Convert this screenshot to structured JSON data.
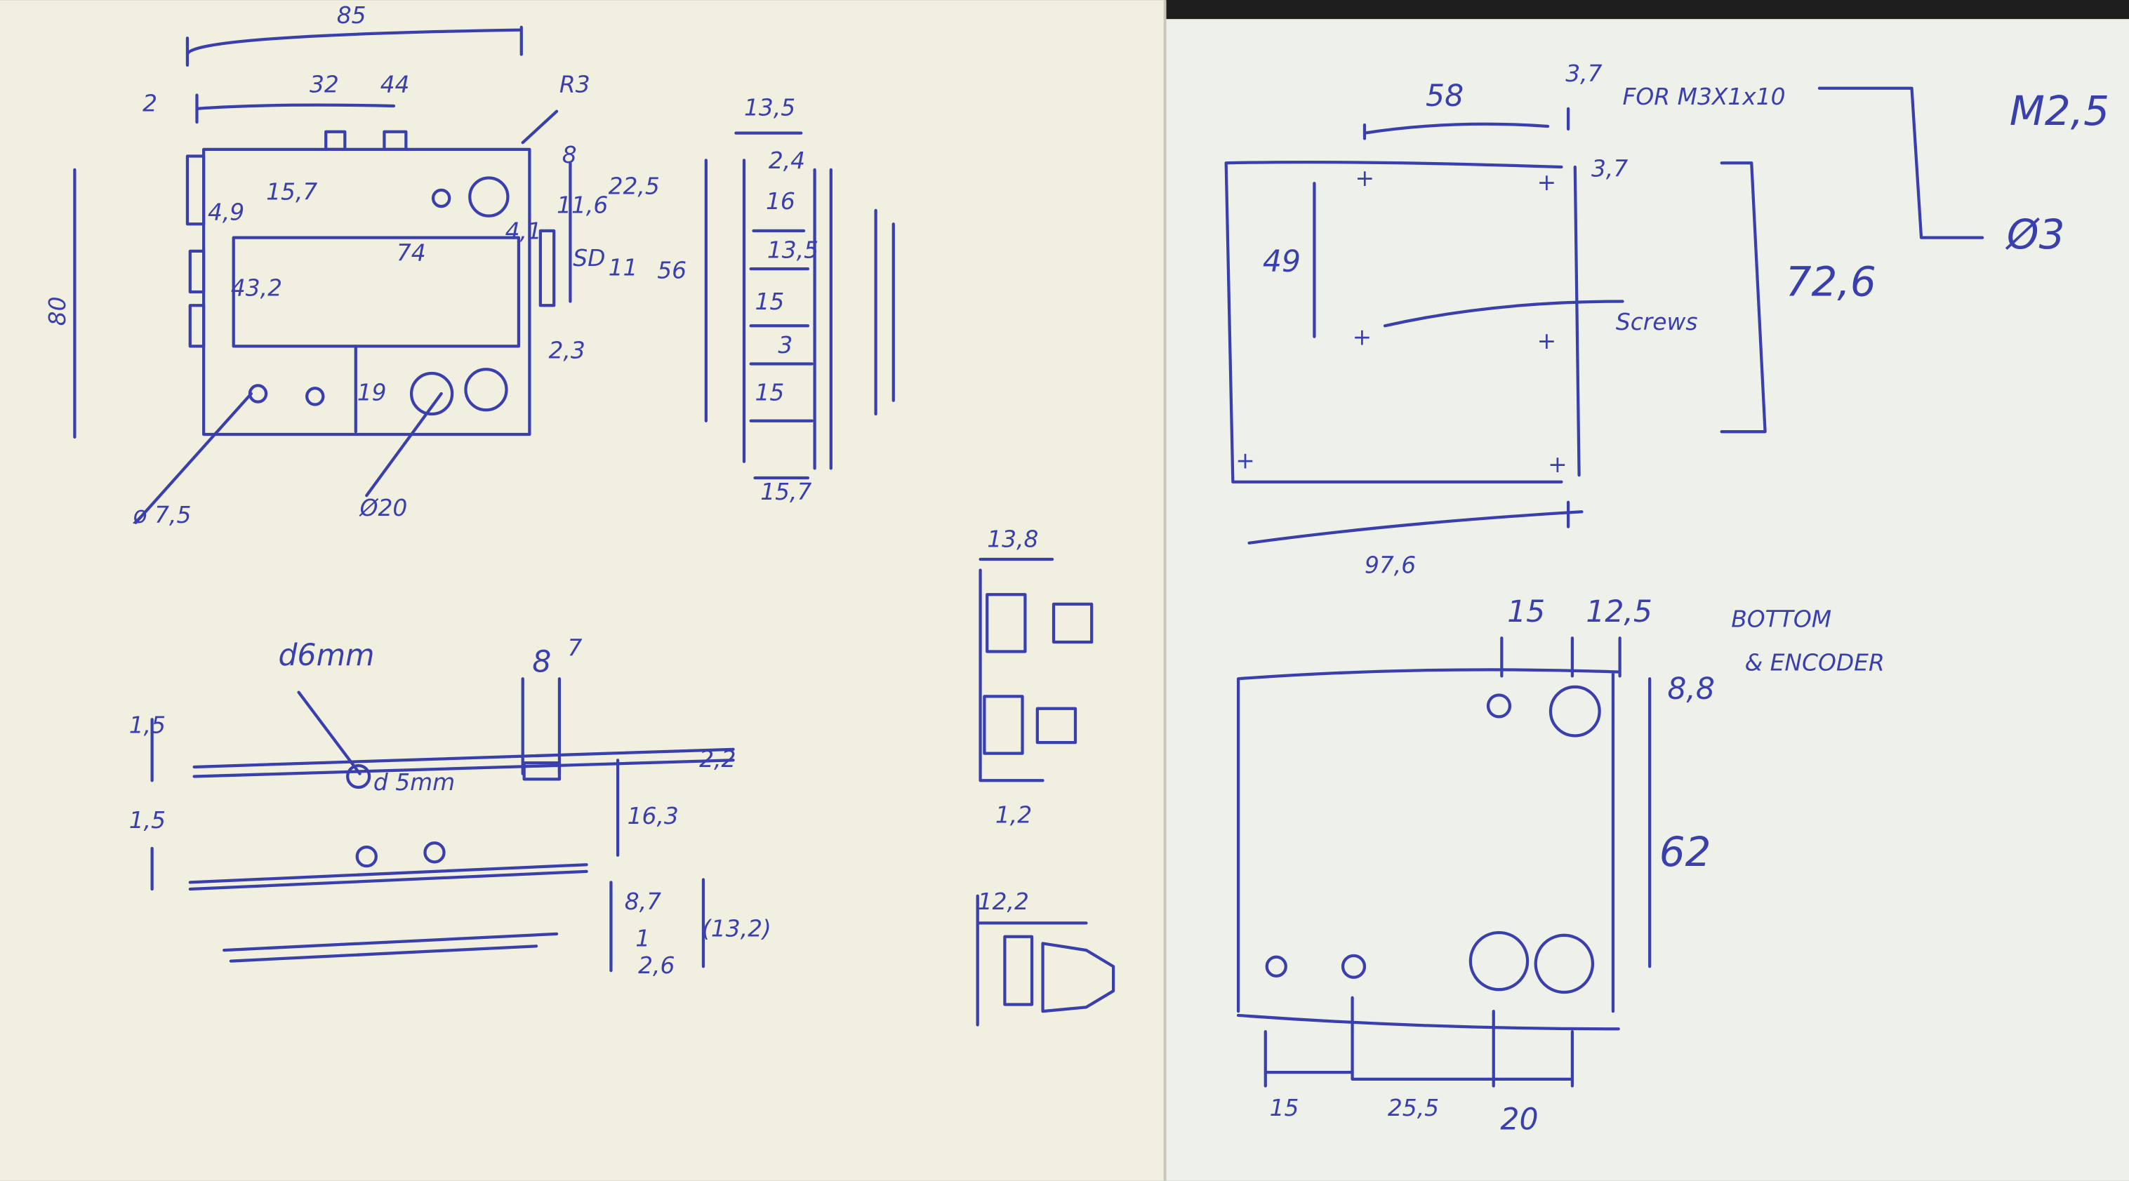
{
  "colors": {
    "paper_left": "#f1f0e0",
    "paper_right": "#eef0ea",
    "ink": "#3a3fae",
    "background": "#1e1e1e"
  },
  "front_view": {
    "labels": {
      "width_total": "85",
      "d32": "32",
      "d44": "44",
      "d2": "2",
      "r3": "R3",
      "d8": "8",
      "d15_7": "15,7",
      "d11_6": "11,6",
      "d22_5": "22,5",
      "d4_9a": "4,9",
      "d4_9b": "4,1",
      "d74": "74",
      "sd": "SD",
      "d11": "11",
      "d43_2": "43,2",
      "d2_3": "2,3",
      "d19": "19",
      "height": "80",
      "hole_small": "ø 7,5",
      "hole_big": "Ø20"
    }
  },
  "side_view": {
    "labels": {
      "width": "13,5",
      "height": "56",
      "s2_4": "2,4",
      "s16": "16",
      "s13_5": "13,5",
      "s15a": "15",
      "s3": "3",
      "s15b": "15",
      "bottom": "15,7"
    }
  },
  "profile_view": {
    "labels": {
      "d6": "d6mm",
      "d5": "d 5mm",
      "w8": "8",
      "w7": "7",
      "t1_5a": "1,5",
      "t1_5b": "1,5",
      "t2_2": "2,2",
      "h16_3": "16,3",
      "h8_7": "8,7",
      "h1": "1",
      "h2_6": "2,6",
      "h13_2": "(13,2)"
    }
  },
  "button_detail": {
    "labels": {
      "w13_8": "13,8",
      "w1_2": "1,2",
      "w12_2": "12,2"
    }
  },
  "pcb_view": {
    "labels": {
      "w58": "58",
      "w3_7": "3,7",
      "note": "FOR M3X1x10",
      "m2_5": "M2,5",
      "d3": "Ø3",
      "h49": "49",
      "h3_7": "3,7",
      "screws": "Screws",
      "h72_6": "72,6",
      "w97_6": "97,6"
    }
  },
  "bottom_view": {
    "labels": {
      "title_line1": "BOTTOM",
      "title_line2": "& ENCODER",
      "w15": "15",
      "w12_5": "12,5",
      "h8_8": "8,8",
      "h62": "62",
      "b15": "15",
      "b25_5": "25,5",
      "b20": "20"
    }
  }
}
